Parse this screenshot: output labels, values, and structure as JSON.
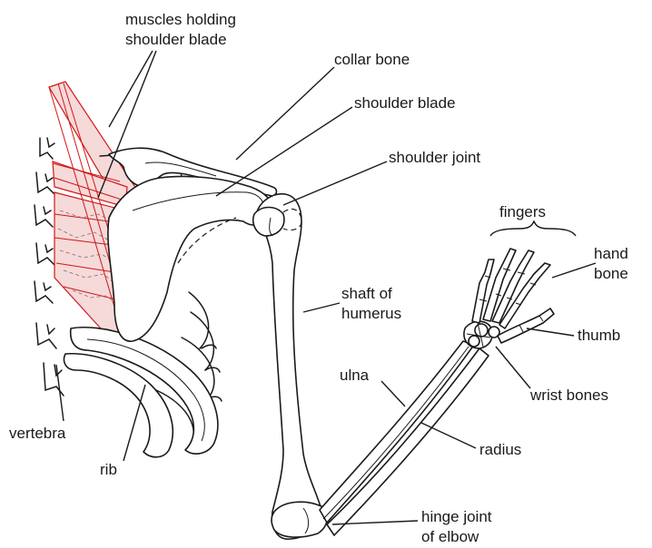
{
  "diagram": {
    "labels": {
      "muscles_line1": "muscles holding",
      "muscles_line2": "shoulder blade",
      "collar_bone": "collar bone",
      "shoulder_blade": "shoulder blade",
      "shoulder_joint": "shoulder joint",
      "fingers": "fingers",
      "hand_bone_line1": "hand",
      "hand_bone_line2": "bone",
      "shaft_line1": "shaft of",
      "shaft_line2": "humerus",
      "thumb": "thumb",
      "ulna": "ulna",
      "wrist_bones": "wrist bones",
      "vertebra": "vertebra",
      "radius": "radius",
      "rib": "rib",
      "hinge_line1": "hinge joint",
      "hinge_line2": "of elbow"
    },
    "colors": {
      "muscle_stroke": "#d01818",
      "muscle_fill": "#f6d9d9",
      "bone_stroke": "#1a1a1a"
    }
  }
}
